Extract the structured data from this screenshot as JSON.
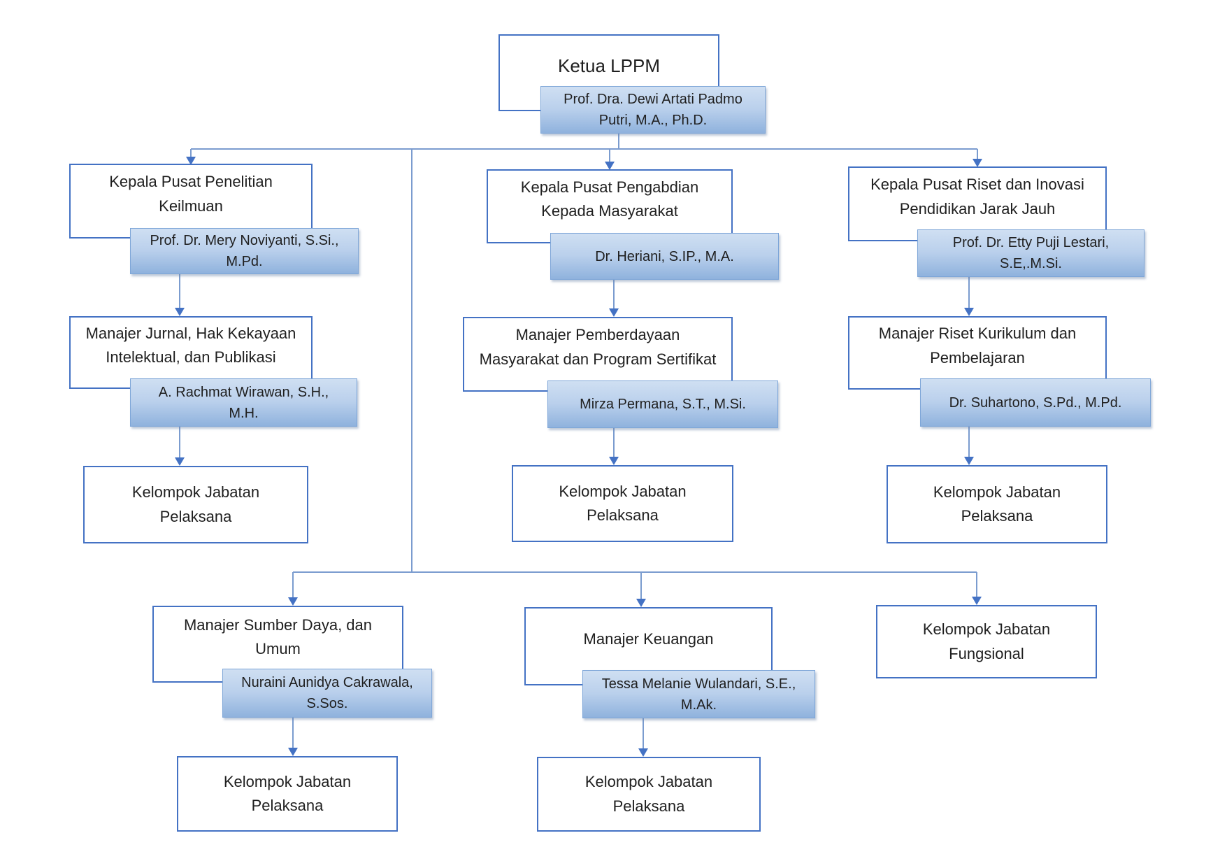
{
  "org_chart": {
    "root": {
      "title": "Ketua LPPM",
      "holder": "Prof. Dra. Dewi Artati Padmo\nPutri, M.A., Ph.D."
    },
    "branches": [
      {
        "head": {
          "title": "Kepala Pusat Penelitian\nKeilmuan",
          "holder": "Prof. Dr. Mery Noviyanti, S.Si.,\nM.Pd."
        },
        "manager": {
          "title": "Manajer Jurnal, Hak Kekayaan\nIntelektual, dan Publikasi",
          "holder": "A. Rachmat Wirawan, S.H.,\nM.H."
        },
        "group": {
          "title": "Kelompok Jabatan\nPelaksana"
        }
      },
      {
        "head": {
          "title": "Kepala Pusat Pengabdian\nKepada Masyarakat",
          "holder": "Dr. Heriani, S.IP., M.A."
        },
        "manager": {
          "title": "Manajer Pemberdayaan\nMasyarakat dan Program Sertifikat",
          "holder": "Mirza Permana, S.T., M.Si."
        },
        "group": {
          "title": "Kelompok Jabatan\nPelaksana"
        }
      },
      {
        "head": {
          "title": "Kepala Pusat Riset dan Inovasi\nPendidikan Jarak Jauh",
          "holder": "Prof. Dr. Etty Puji Lestari,\nS.E,.M.Si."
        },
        "manager": {
          "title": "Manajer Riset Kurikulum dan\nPembelajaran",
          "holder": "Dr. Suhartono, S.Pd., M.Pd."
        },
        "group": {
          "title": "Kelompok Jabatan\nPelaksana"
        }
      }
    ],
    "support": [
      {
        "manager": {
          "title": "Manajer Sumber Daya, dan\nUmum",
          "holder": "Nuraini Aunidya Cakrawala,\nS.Sos."
        },
        "group": {
          "title": "Kelompok Jabatan\nPelaksana"
        }
      },
      {
        "manager": {
          "title": "Manajer Keuangan",
          "holder": "Tessa Melanie Wulandari, S.E.,\nM.Ak."
        },
        "group": {
          "title": "Kelompok Jabatan\nPelaksana"
        }
      },
      {
        "group": {
          "title": "Kelompok Jabatan\nFungsional"
        }
      }
    ],
    "colors": {
      "box_border": "#4472c4",
      "connector_line": "#7b9ccf",
      "arrowhead": "#4472c4",
      "holder_fill_top": "#cfdff2",
      "holder_fill_bottom": "#8fb2dd",
      "holder_border": "#7ea6d8"
    }
  }
}
